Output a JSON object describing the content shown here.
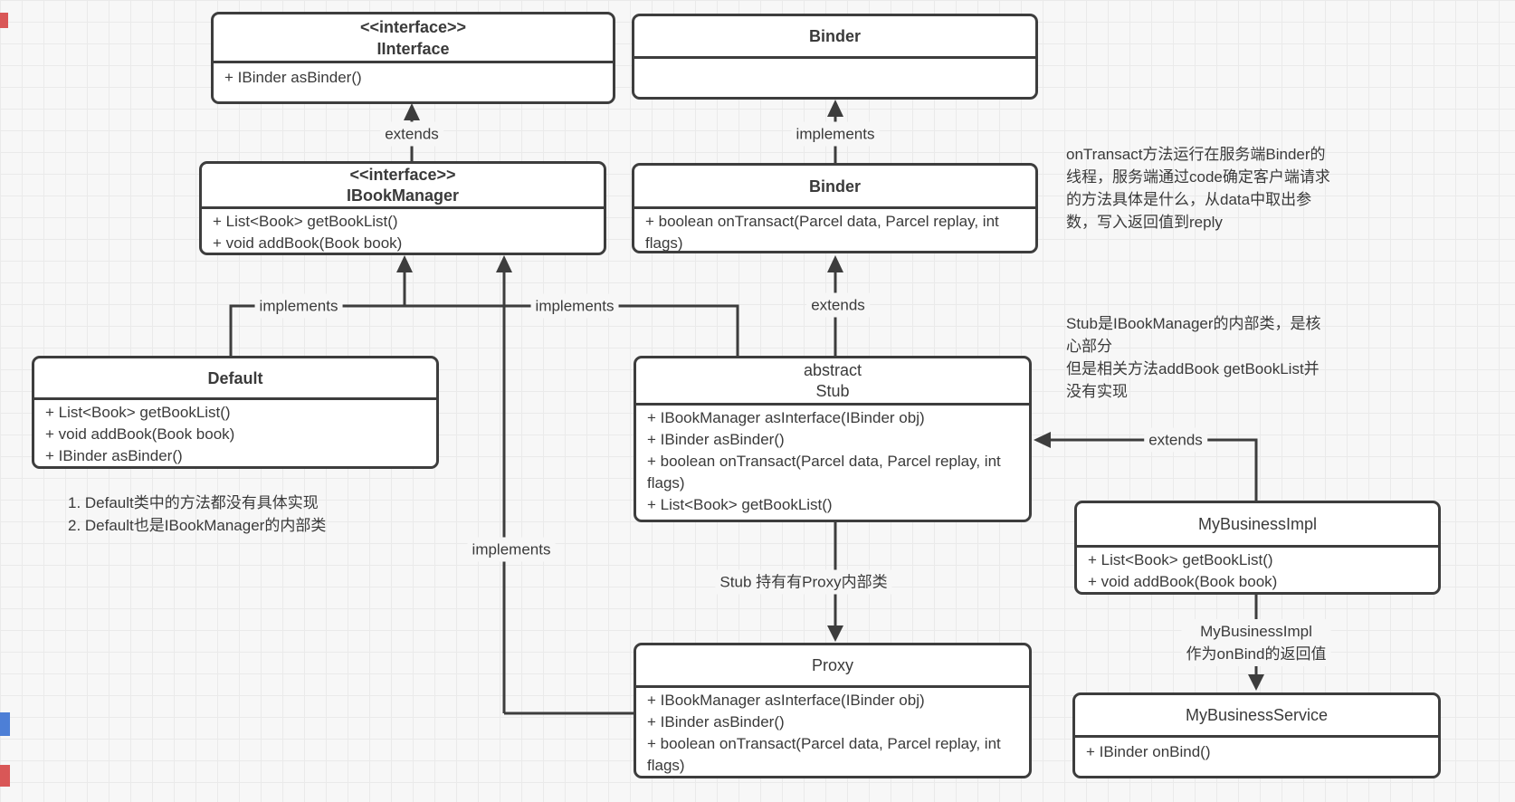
{
  "canvas": {
    "colors": {
      "background": "#f7f7f7",
      "grid_line": "#eaeaea",
      "stroke": "#3d3d3d",
      "box_fill": "#ffffff",
      "text": "#3a3a3a",
      "edge_sliver_red": "#d95757",
      "edge_sliver_blue": "#4d7fd6"
    }
  },
  "classes": [
    {
      "id": "iinterface",
      "stereotype": "<<interface>>",
      "name": "IInterface",
      "members": [
        "+ IBinder asBinder()"
      ]
    },
    {
      "id": "binder-top",
      "stereotype": "",
      "name": "Binder",
      "members": []
    },
    {
      "id": "ibookmanager",
      "stereotype": "<<interface>>",
      "name": "IBookManager",
      "members": [
        "+ List<Book> getBookList()",
        "+ void addBook(Book book)"
      ]
    },
    {
      "id": "binder-impl",
      "stereotype": "",
      "name": "Binder",
      "members": [
        "+ boolean onTransact(Parcel data, Parcel replay, int flags)"
      ]
    },
    {
      "id": "default",
      "stereotype": "",
      "name": "Default",
      "members": [
        "+ List<Book> getBookList()",
        "+ void addBook(Book book)",
        "+ IBinder asBinder()"
      ]
    },
    {
      "id": "stub",
      "stereotype": "abstract",
      "name": "Stub",
      "members": [
        "+ IBookManager asInterface(IBinder obj)",
        "+ IBinder asBinder()",
        "+ boolean onTransact(Parcel data, Parcel replay, int flags)",
        "+ List<Book> getBookList()"
      ]
    },
    {
      "id": "proxy",
      "stereotype": "",
      "name": "Proxy",
      "members": [
        "+ IBookManager asInterface(IBinder obj)",
        "+ IBinder asBinder()",
        "+ boolean onTransact(Parcel data, Parcel replay, int flags)"
      ]
    },
    {
      "id": "mybusinessimpl",
      "stereotype": "",
      "name": "MyBusinessImpl",
      "members": [
        "+ List<Book> getBookList()",
        "+ void addBook(Book book)"
      ]
    },
    {
      "id": "mybusinessservice",
      "stereotype": "",
      "name": "MyBusinessService",
      "members": [
        "+ IBinder onBind()"
      ]
    }
  ],
  "edge_labels": {
    "extends_ibookmanager_iinterface": "extends",
    "implements_binderimpl_binder": "implements",
    "extends_stub_binder": "extends",
    "implements_default": "implements",
    "implements_stub": "implements",
    "implements_proxy": "implements",
    "stub_holds_proxy": "Stub 持有有Proxy内部类",
    "extends_mybusinessimpl_stub": "extends",
    "onbind_line1": "MyBusinessImpl",
    "onbind_line2": "作为onBind的返回值"
  },
  "annotations": {
    "ontransact_note": "onTransact方法运行在服务端Binder的\n线程，服务端通过code确定客户端请求\n的方法具体是什么，从data中取出参\n数，写入返回值到reply",
    "stub_note": "Stub是IBookManager的内部类，是核\n心部分\n但是相关方法addBook getBookList并\n没有实现",
    "default_note": "1. Default类中的方法都没有具体实现\n2. Default也是IBookManager的内部类"
  }
}
